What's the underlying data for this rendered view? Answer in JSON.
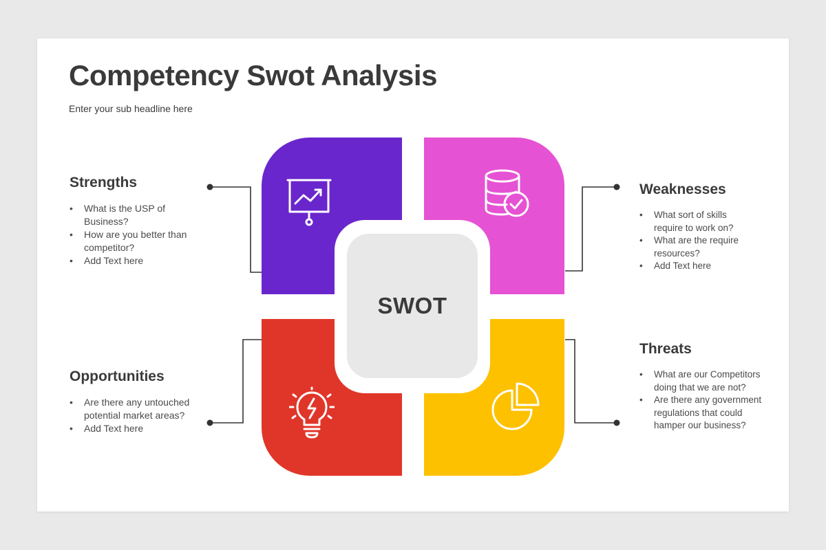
{
  "title": "Competency Swot Analysis",
  "subtitle": "Enter your sub headline here",
  "center_label": "SWOT",
  "colors": {
    "strengths": "#6a26cd",
    "weaknesses": "#e652d4",
    "opportunities": "#e0362a",
    "threats": "#fdc100",
    "connector": "#333333"
  },
  "strengths": {
    "heading": "Strengths",
    "icon": "presentation-chart-icon",
    "items": [
      "What is the USP of Business?",
      "How are you better than competitor?",
      "Add Text here"
    ]
  },
  "weaknesses": {
    "heading": "Weaknesses",
    "icon": "database-check-icon",
    "items": [
      "What sort of skills require to work on?",
      "What are the require resources?",
      "Add Text here"
    ]
  },
  "opportunities": {
    "heading": "Opportunities",
    "icon": "lightbulb-icon",
    "items": [
      "Are there any untouched potential market areas?",
      "Add Text here"
    ]
  },
  "threats": {
    "heading": "Threats",
    "icon": "pie-chart-icon",
    "items": [
      "What are our Competitors doing that we are not?",
      "Are there any government regulations that could hamper our business?"
    ]
  }
}
